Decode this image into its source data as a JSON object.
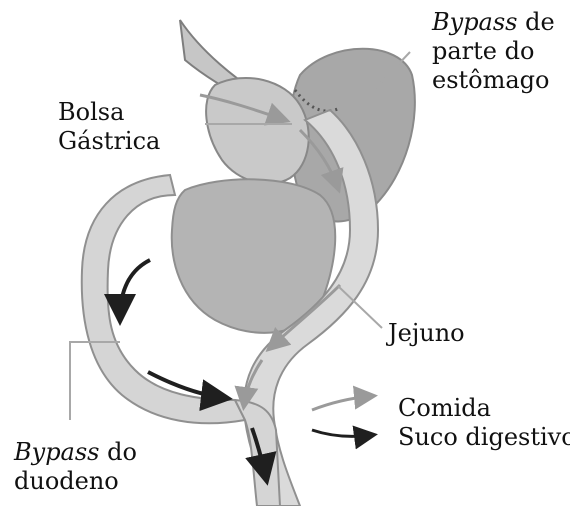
{
  "labels": {
    "bypass_estomago": {
      "italic": "Bypass",
      "rest1": " de",
      "line2": "parte do",
      "line3": "estômago"
    },
    "bolsa_gastrica": {
      "line1": "Bolsa",
      "line2": "Gástrica"
    },
    "jejuno": "Jejuno",
    "bypass_duodeno": {
      "italic": "Bypass",
      "rest1": " do",
      "line2": "duodeno"
    },
    "legend": {
      "food": "Comida",
      "digestive": "Suco digestivo"
    }
  },
  "colors": {
    "tissue_light": "#d9d9d9",
    "tissue_mid": "#b3b3b3",
    "tissue_dark": "#8f8f8f",
    "food_arrow": "#9a9a9a",
    "digestive_arrow": "#1f1f1f",
    "leader_line": "#a8a8a8"
  }
}
